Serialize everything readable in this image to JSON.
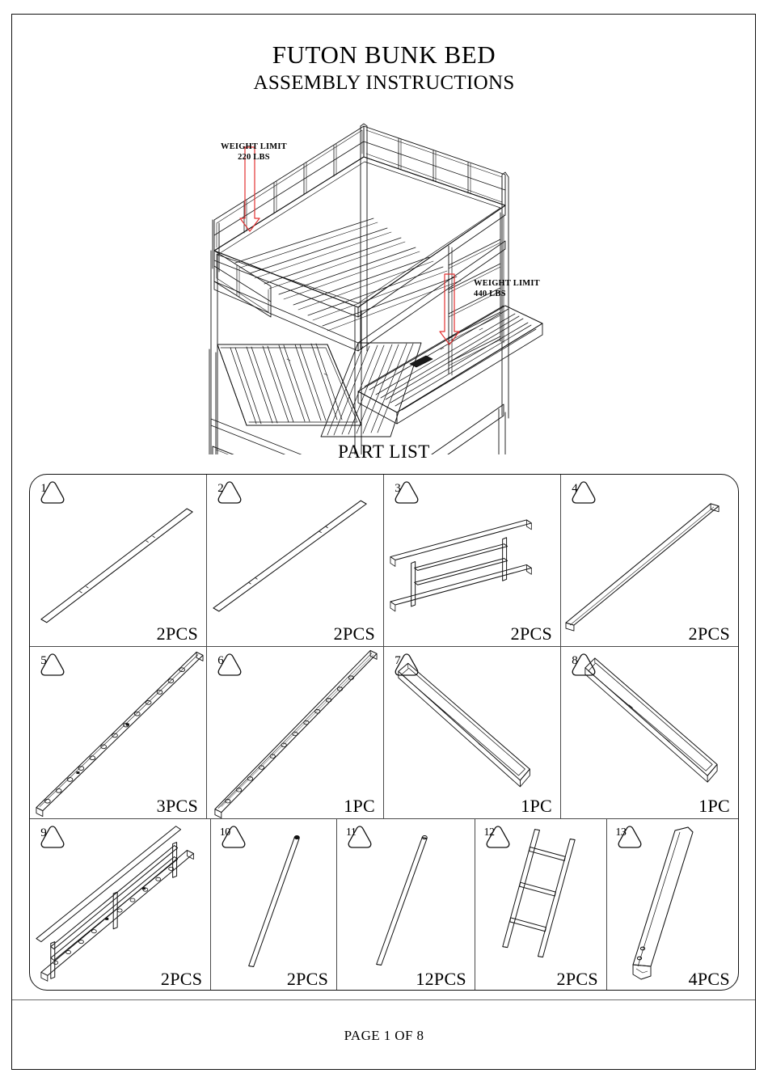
{
  "document": {
    "title": "FUTON BUNK BED",
    "subtitle": "ASSEMBLY INSTRUCTIONS",
    "part_list_heading": "PART LIST",
    "footer": "PAGE 1 OF 8"
  },
  "diagram": {
    "name": "futon-bunk-bed-isometric-assembly-drawing",
    "warnings": [
      {
        "id": "upper-bunk-weight-limit",
        "line1": "WEIGHT LIMIT",
        "line2": "220 LBS",
        "arrow_color": "#e33131",
        "position": "upper-bunk"
      },
      {
        "id": "lower-futon-weight-limit",
        "line1": "WEIGHT LIMIT",
        "line2": "440 LBS",
        "arrow_color": "#e33131",
        "position": "lower-futon"
      }
    ]
  },
  "part_list": {
    "rows": [
      [
        {
          "number": "1",
          "qty": "2PCS",
          "art": "long-tube",
          "name": "long-round-tube-rail"
        },
        {
          "number": "2",
          "qty": "2PCS",
          "art": "long-tube",
          "name": "long-round-tube-rail"
        },
        {
          "number": "3",
          "qty": "2PCS",
          "art": "guard-rail-panel",
          "name": "guard-rail-panel"
        },
        {
          "number": "4",
          "qty": "2PCS",
          "art": "flat-bar",
          "name": "flat-bar-rail"
        }
      ],
      [
        {
          "number": "5",
          "qty": "3PCS",
          "art": "perforated-rail",
          "name": "perforated-side-rail"
        },
        {
          "number": "6",
          "qty": "1PC",
          "art": "perforated-rail",
          "name": "perforated-side-rail"
        },
        {
          "number": "7",
          "qty": "1PC",
          "art": "flat-frame",
          "name": "flat-rectangular-frame"
        },
        {
          "number": "8",
          "qty": "1PC",
          "art": "flat-frame",
          "name": "flat-rectangular-frame"
        }
      ],
      [
        {
          "number": "9",
          "qty": "2PCS",
          "art": "slatted-guard",
          "name": "slatted-guard-rail-assembly"
        },
        {
          "number": "10",
          "qty": "2PCS",
          "art": "thin-rod",
          "name": "thin-support-rod"
        },
        {
          "number": "11",
          "qty": "12PCS",
          "art": "thin-rod",
          "name": "thin-support-rod"
        },
        {
          "number": "12",
          "qty": "2PCS",
          "art": "ladder",
          "name": "ladder-section"
        },
        {
          "number": "13",
          "qty": "4PCS",
          "art": "square-post",
          "name": "square-leg-post"
        }
      ]
    ]
  }
}
